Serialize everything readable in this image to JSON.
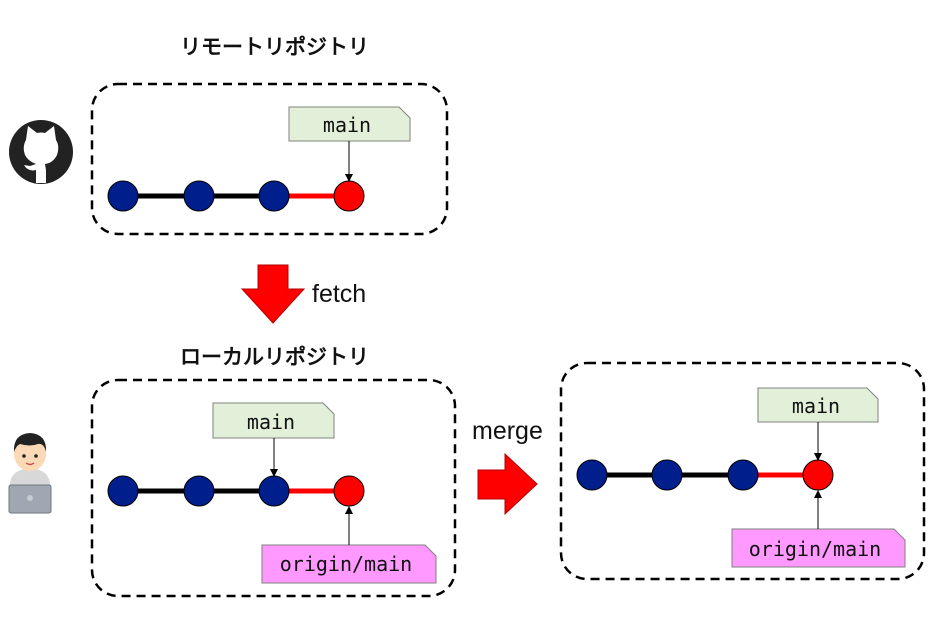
{
  "remote": {
    "title": "リモートリポジトリ",
    "branch_label": "main"
  },
  "fetch_label": "fetch",
  "local": {
    "title": "ローカルリポジトリ",
    "branch_label": "main",
    "remote_branch_label": "origin/main"
  },
  "merge_label": "merge",
  "merged": {
    "branch_label": "main",
    "remote_branch_label": "origin/main"
  },
  "icons": {
    "remote": "github-icon",
    "local": "developer-at-laptop-icon",
    "fetch_arrow": "arrow-down-icon",
    "merge_arrow": "arrow-right-icon"
  },
  "colors": {
    "existing_commit": "#001e8c",
    "new_commit": "#ff0000",
    "existing_edge": "#000000",
    "new_edge": "#ff0000",
    "branch_tag_fill": "#e2efd9",
    "remote_branch_tag_fill": "#ff99ff",
    "arrow_fill": "#ff0000"
  }
}
